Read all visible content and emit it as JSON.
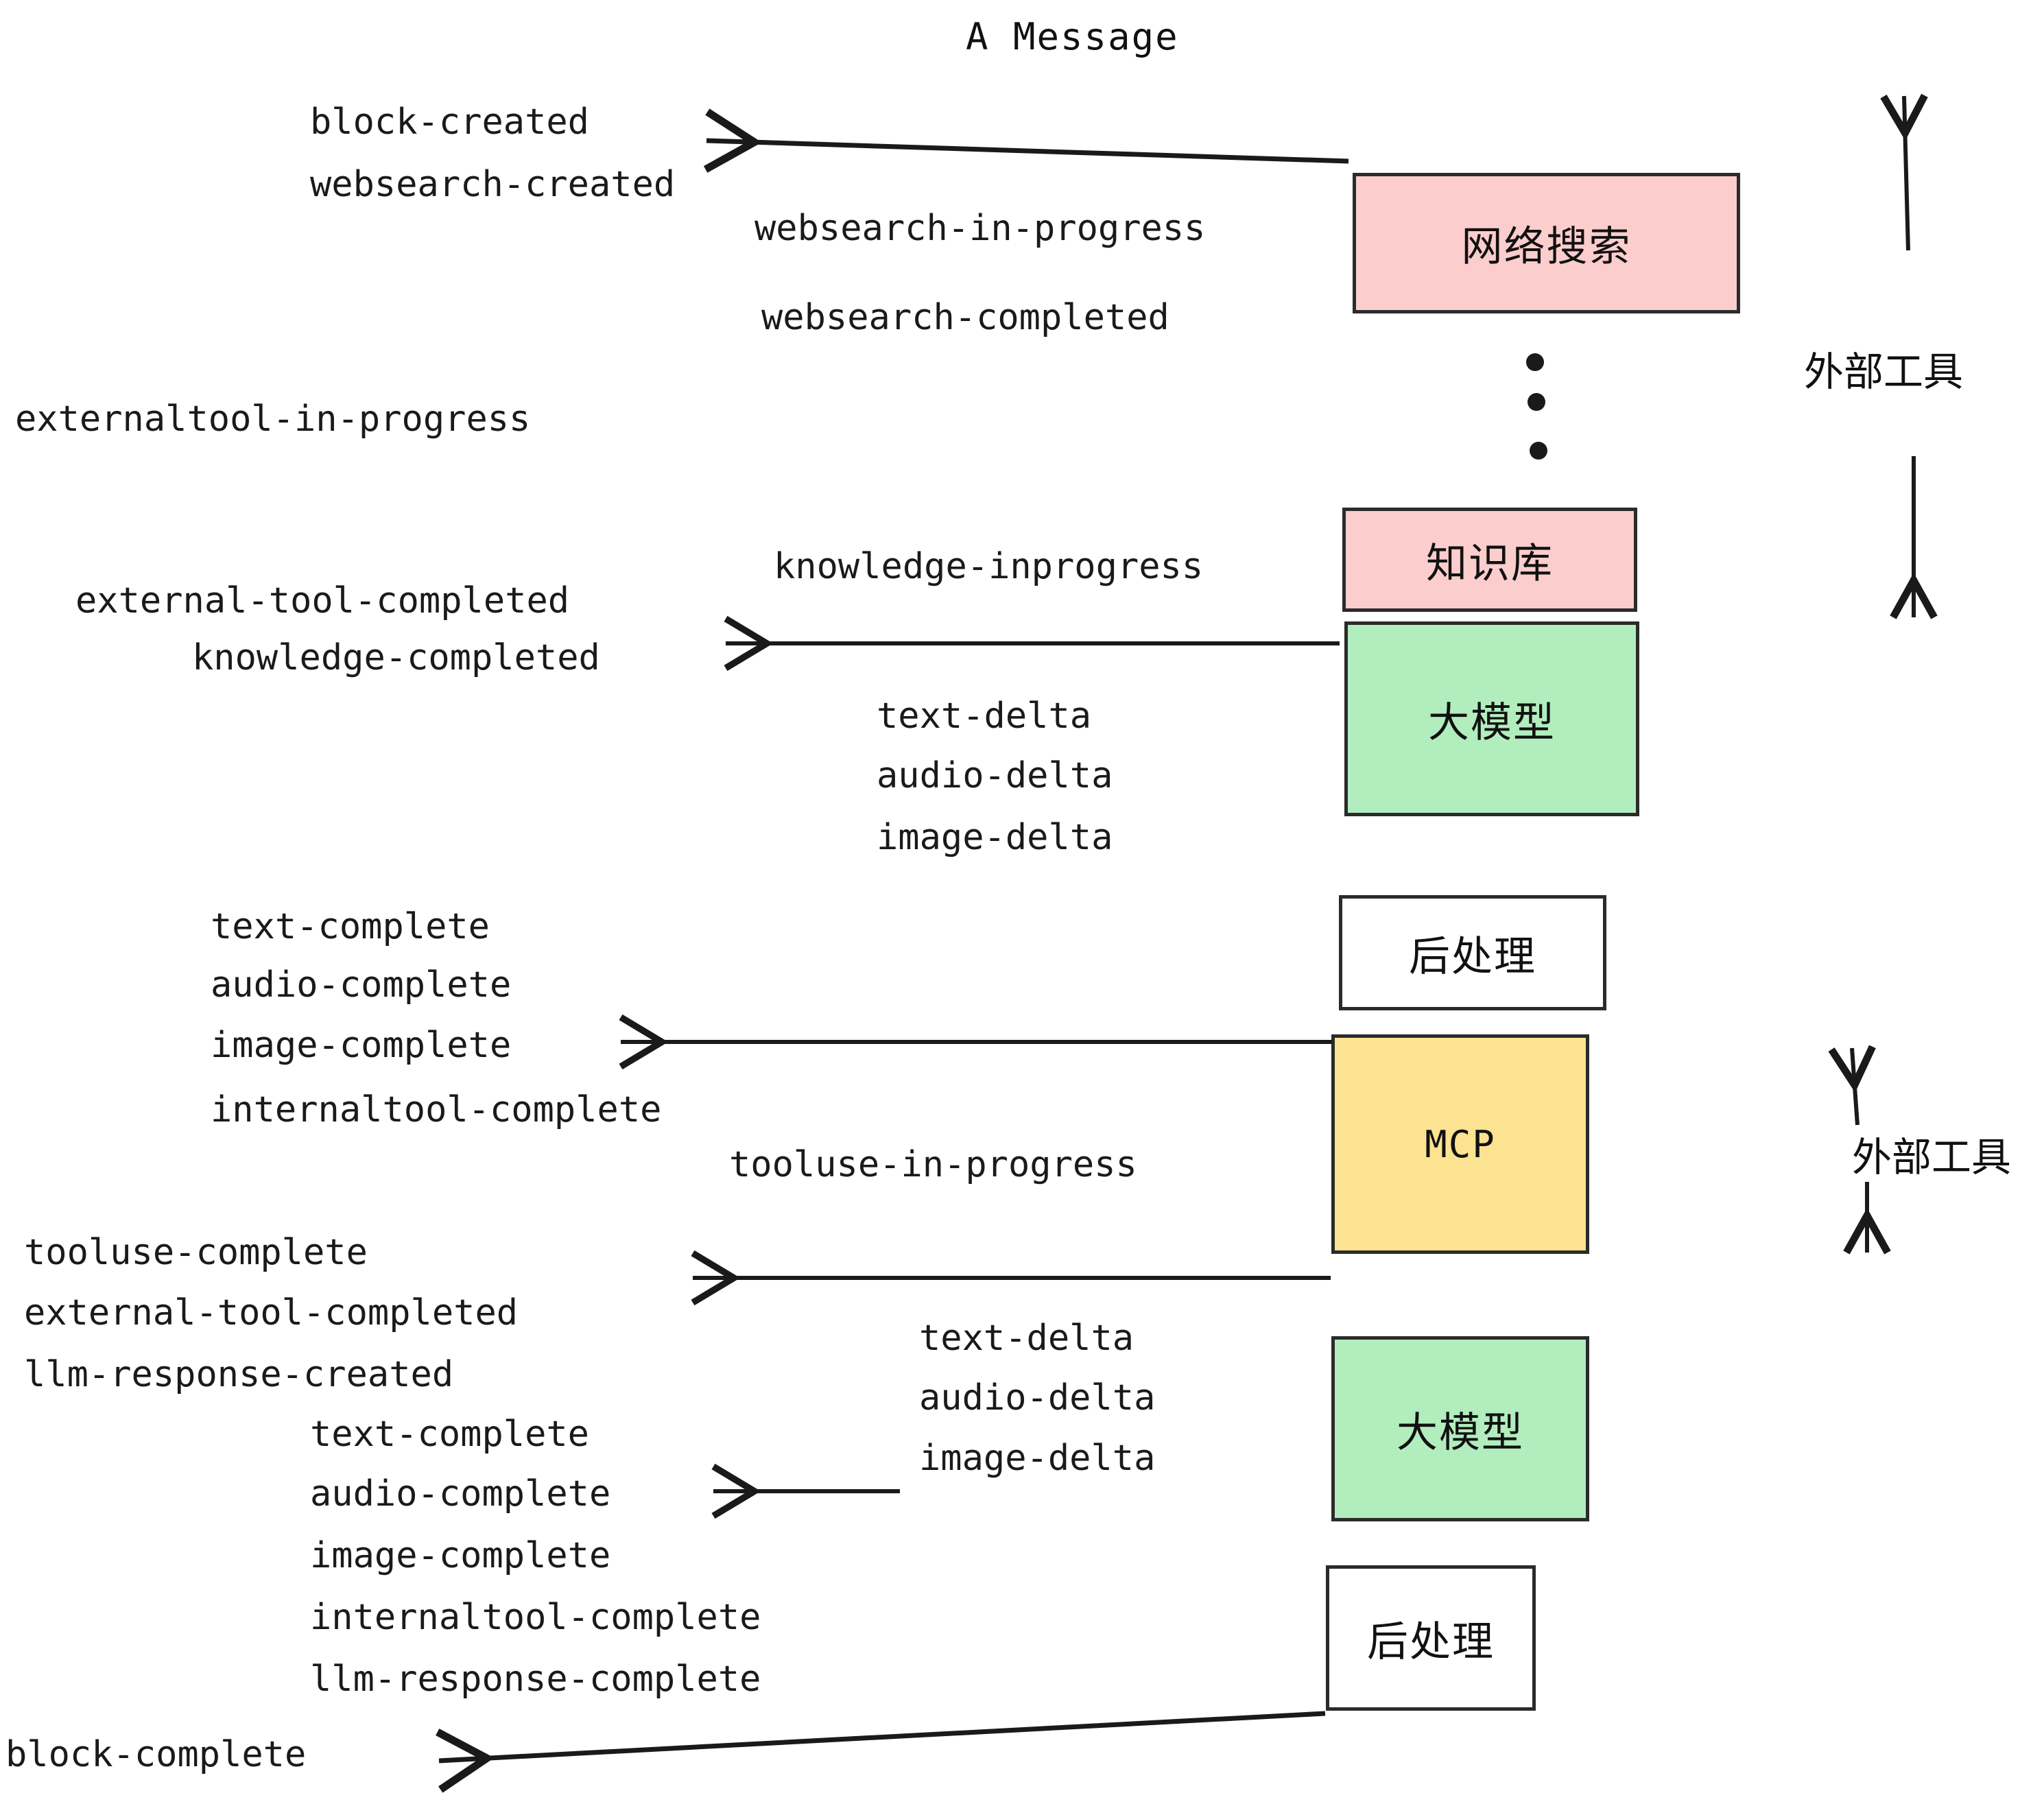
{
  "title": "A Message",
  "colors": {
    "pink": "#fbcdcd",
    "green": "#b2edbe",
    "yellow": "#fbe392",
    "white": "#ffffff",
    "stroke": "#2b2b2b",
    "text": "#1a1a1a"
  },
  "boxes": [
    {
      "id": "websearch",
      "label": "网络搜索",
      "fill": "pink",
      "latin": false
    },
    {
      "id": "knowledge",
      "label": "知识库",
      "fill": "pink",
      "latin": false
    },
    {
      "id": "llm-1",
      "label": "大模型",
      "fill": "green",
      "latin": false
    },
    {
      "id": "postprocess-1",
      "label": "后处理",
      "fill": "white",
      "latin": false
    },
    {
      "id": "mcp",
      "label": "MCP",
      "fill": "yellow",
      "latin": true
    },
    {
      "id": "llm-2",
      "label": "大模型",
      "fill": "green",
      "latin": false
    },
    {
      "id": "postprocess-2",
      "label": "后处理",
      "fill": "white",
      "latin": false
    }
  ],
  "side_labels": [
    {
      "id": "external-tools-top",
      "text": "外部工具"
    },
    {
      "id": "external-tools-bottom",
      "text": "外部工具"
    }
  ],
  "events": [
    {
      "id": "block-created",
      "text": "block-created"
    },
    {
      "id": "websearch-created",
      "text": "websearch-created"
    },
    {
      "id": "websearch-in-progress",
      "text": "websearch-in-progress"
    },
    {
      "id": "websearch-completed",
      "text": "websearch-completed"
    },
    {
      "id": "externaltool-in-progress",
      "text": "externaltool-in-progress"
    },
    {
      "id": "knowledge-inprogress",
      "text": "knowledge-inprogress"
    },
    {
      "id": "external-tool-completed-1",
      "text": "external-tool-completed"
    },
    {
      "id": "knowledge-completed",
      "text": "knowledge-completed"
    },
    {
      "id": "text-delta-1",
      "text": "text-delta"
    },
    {
      "id": "audio-delta-1",
      "text": "audio-delta"
    },
    {
      "id": "image-delta-1",
      "text": "image-delta"
    },
    {
      "id": "text-complete-1",
      "text": "text-complete"
    },
    {
      "id": "audio-complete-1",
      "text": "audio-complete"
    },
    {
      "id": "image-complete-1",
      "text": "image-complete"
    },
    {
      "id": "internaltool-complete-1",
      "text": "internaltool-complete"
    },
    {
      "id": "tooluse-in-progress",
      "text": "tooluse-in-progress"
    },
    {
      "id": "tooluse-complete",
      "text": "tooluse-complete"
    },
    {
      "id": "external-tool-completed-2",
      "text": "external-tool-completed"
    },
    {
      "id": "llm-response-created",
      "text": "llm-response-created"
    },
    {
      "id": "text-complete-2",
      "text": "text-complete"
    },
    {
      "id": "audio-complete-2",
      "text": "audio-complete"
    },
    {
      "id": "image-complete-2",
      "text": "image-complete"
    },
    {
      "id": "internaltool-complete-2",
      "text": "internaltool-complete"
    },
    {
      "id": "llm-response-complete",
      "text": "llm-response-complete"
    },
    {
      "id": "text-delta-2",
      "text": "text-delta"
    },
    {
      "id": "audio-delta-2",
      "text": "audio-delta"
    },
    {
      "id": "image-delta-2",
      "text": "image-delta"
    },
    {
      "id": "block-complete",
      "text": "block-complete"
    }
  ]
}
